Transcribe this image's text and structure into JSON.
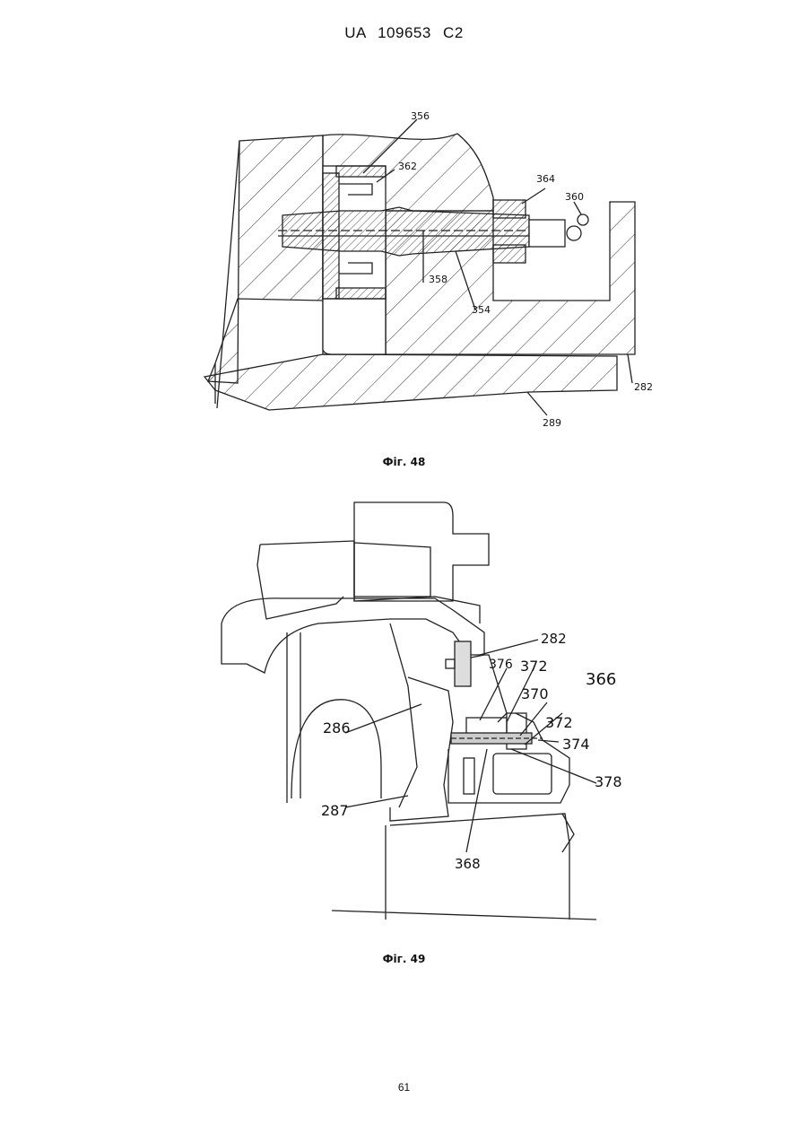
{
  "header": {
    "patent_id": "UA   109653   C2"
  },
  "figures": [
    {
      "caption": "Фіг. 48",
      "labels": {
        "l356": "356",
        "l362": "362",
        "l364": "364",
        "l360": "360",
        "l358": "358",
        "l354": "354",
        "l282": "282",
        "l289": "289"
      }
    },
    {
      "caption": "Фіг. 49",
      "labels": {
        "l282": "282",
        "l376": "376",
        "l372a": "372",
        "l366": "366",
        "l370": "370",
        "l372b": "372",
        "l374": "374",
        "l286": "286",
        "l378": "378",
        "l287": "287",
        "l368": "368"
      }
    }
  ],
  "footer": {
    "page_number": "61"
  }
}
